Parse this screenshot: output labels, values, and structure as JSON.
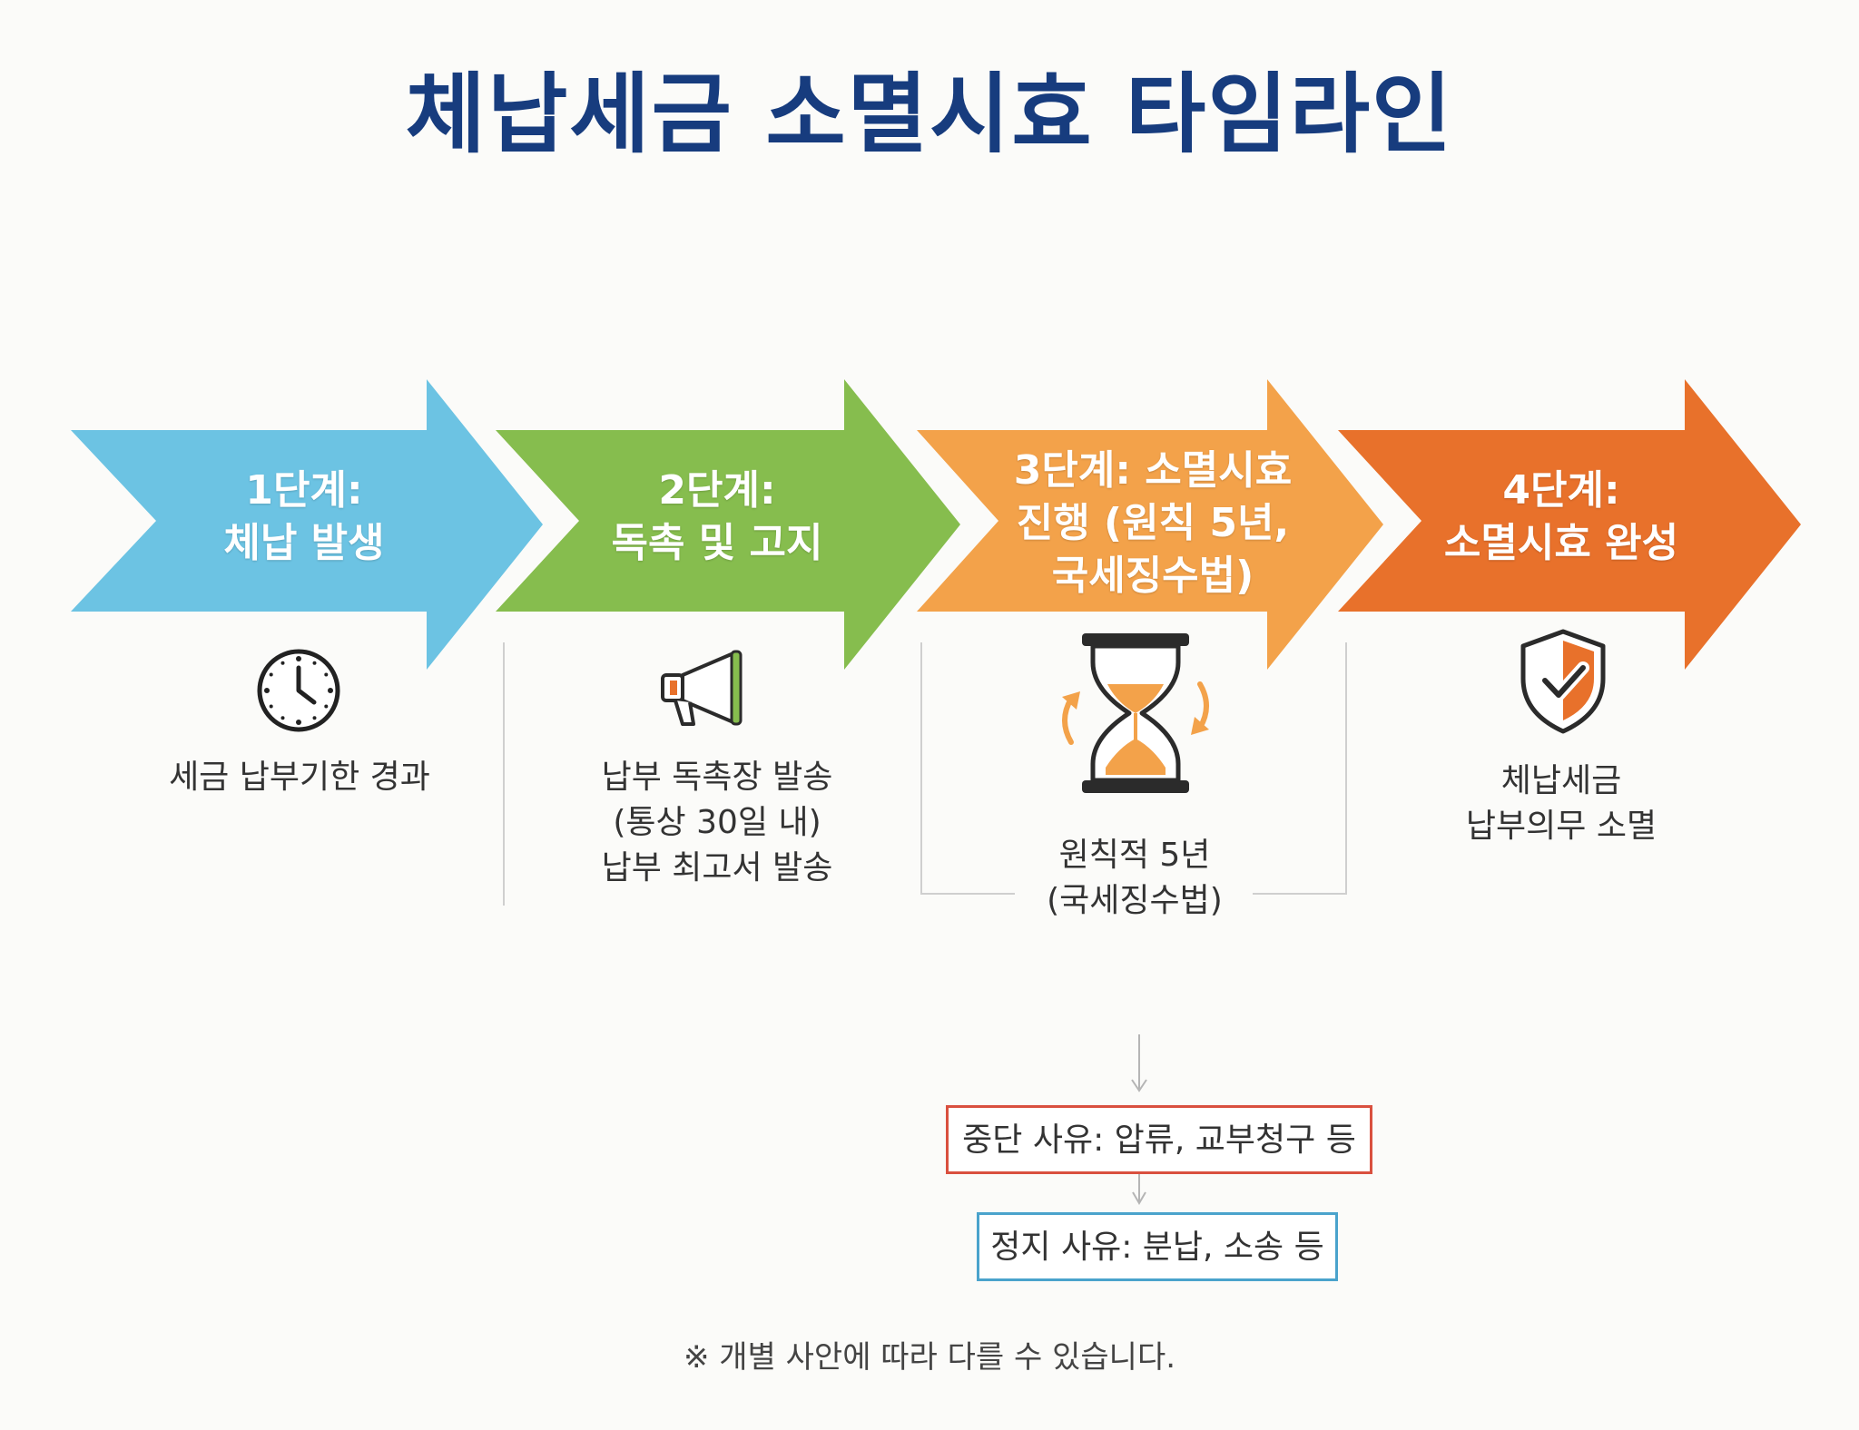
{
  "title": "체납세금 소멸시효 타임라인",
  "colors": {
    "title": "#173c7e",
    "stage1": "#6cc3e3",
    "stage2": "#86bd4e",
    "stage3": "#f3a24a",
    "stage4": "#e8712b",
    "interrupt_border": "#d9503f",
    "suspend_border": "#4aa3cc"
  },
  "stages": [
    {
      "lines": [
        "1단계:",
        "체납 발생"
      ],
      "icon": "clock-icon",
      "desc": [
        "세금 납부기한 경과"
      ]
    },
    {
      "lines": [
        "2단계:",
        "독촉 및 고지"
      ],
      "icon": "megaphone-icon",
      "desc": [
        "납부 독촉장 발송",
        "(통상 30일 내)",
        "납부 최고서 발송"
      ]
    },
    {
      "lines": [
        "3단계: 소멸시효",
        "진행 (원칙 5년,",
        "국세징수법)"
      ],
      "icon": "hourglass-icon",
      "desc": [
        "원칙적 5년",
        "(국세징수법)"
      ]
    },
    {
      "lines": [
        "4단계:",
        "소멸시효 완성"
      ],
      "icon": "shield-check-icon",
      "desc": [
        "체납세금",
        "납부의무 소멸"
      ]
    }
  ],
  "interruption": "중단 사유: 압류, 교부청구 등",
  "suspension": "정지 사유: 분납, 소송 등",
  "footnote": "※ 개별 사안에 따라 다를 수 있습니다."
}
